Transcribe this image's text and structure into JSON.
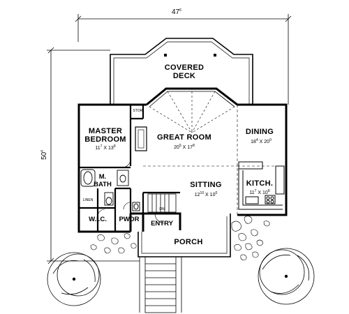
{
  "dimensions": {
    "width": "47",
    "width_inches": "6",
    "depth": "50",
    "depth_inches": "4"
  },
  "rooms": {
    "covered_deck": {
      "line1": "COVERED",
      "line2": "DECK"
    },
    "master_bedroom": {
      "line1": "MASTER",
      "line2": "BEDROOM",
      "size_a": "11",
      "size_a_sup": "7",
      "size_sep": " X ",
      "size_b": "13",
      "size_b_sup": "8"
    },
    "great_room": {
      "name": "GREAT ROOM",
      "size_a": "20",
      "size_a_sup": "5",
      "size_sep": " X ",
      "size_b": "17",
      "size_b_sup": "8"
    },
    "dining": {
      "name": "DINING",
      "size_a": "18",
      "size_a_sup": "4",
      "size_sep": " X ",
      "size_b": "20",
      "size_b_sup": "0"
    },
    "sitting": {
      "name": "SITTING",
      "size_a": "12",
      "size_a_sup": "10",
      "size_sep": " X ",
      "size_b": "10",
      "size_b_sup": "0"
    },
    "kitchen": {
      "name": "KITCH.",
      "size_a": "11",
      "size_a_sup": "7",
      "size_sep": " X ",
      "size_b": "10",
      "size_b_sup": "8"
    },
    "master_bath": {
      "line1": "M.",
      "line2": "BATH"
    },
    "linen": {
      "name": "LINEN"
    },
    "wic": {
      "name": "W.I.C."
    },
    "powder": {
      "name": "PWDR"
    },
    "entry": {
      "name": "ENTRY"
    },
    "porch": {
      "name": "PORCH"
    },
    "storage": {
      "name": "STOR."
    },
    "closet_dn": {
      "name": "DN"
    }
  }
}
